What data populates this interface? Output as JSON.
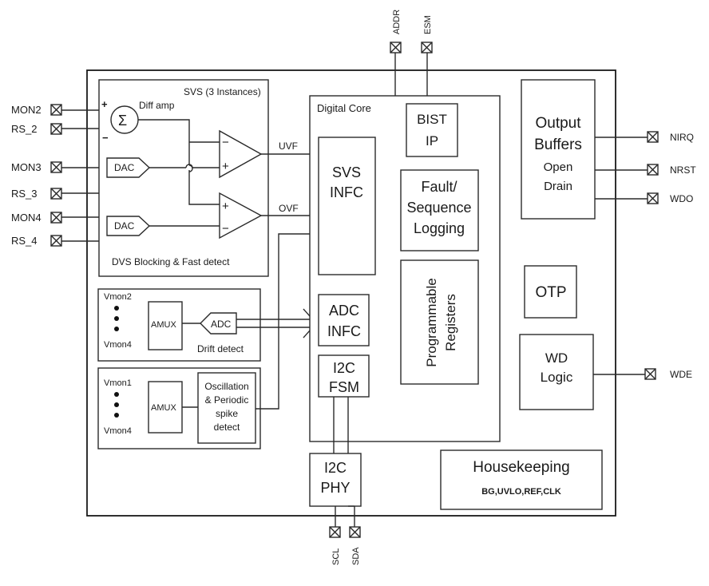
{
  "pins": {
    "mon2": "MON2",
    "rs2": "RS_2",
    "mon3": "MON3",
    "rs3": "RS_3",
    "mon4": "MON4",
    "rs4": "RS_4",
    "addr": "ADDR",
    "esm": "ESM",
    "nirq": "NIRQ",
    "nrst": "NRST",
    "wdo": "WDO",
    "wde": "WDE",
    "scl": "SCL",
    "sda": "SDA"
  },
  "svs": {
    "title": "SVS (3 Instances)",
    "diff_amp": "Diff amp",
    "sigma": "Σ",
    "plus": "+",
    "minus": "−",
    "dac": "DAC",
    "uvf": "UVF",
    "ovf": "OVF",
    "footer": "DVS Blocking  & Fast detect"
  },
  "drift": {
    "vmon_top": "Vmon2",
    "vmon_bottom": "Vmon4",
    "amux": "AMUX",
    "adc": "ADC",
    "label": "Drift detect"
  },
  "osc": {
    "vmon_top": "Vmon1",
    "vmon_bottom": "Vmon4",
    "amux": "AMUX",
    "line1": "Oscillation",
    "line2": "& Periodic",
    "line3": "spike",
    "line4": "detect"
  },
  "core": {
    "title": "Digital Core",
    "bist_line1": "BIST",
    "bist_line2": "IP",
    "svs_infc_line1": "SVS",
    "svs_infc_line2": "INFC",
    "fault_line1": "Fault/",
    "fault_line2": "Sequence",
    "fault_line3": "Logging",
    "prog_line1": "Programmable",
    "prog_line2": "Registers",
    "adc_infc_line1": "ADC",
    "adc_infc_line2": "INFC",
    "i2c_fsm_line1": "I2C",
    "i2c_fsm_line2": "FSM"
  },
  "output_buffers": {
    "line1": "Output",
    "line2": "Buffers",
    "line3": "Open",
    "line4": "Drain"
  },
  "otp": "OTP",
  "wd_logic": {
    "line1": "WD",
    "line2": "Logic"
  },
  "i2c_phy": {
    "line1": "I2C",
    "line2": "PHY"
  },
  "housekeeping": {
    "title": "Housekeeping",
    "sub": "BG,UVLO,REF,CLK"
  }
}
